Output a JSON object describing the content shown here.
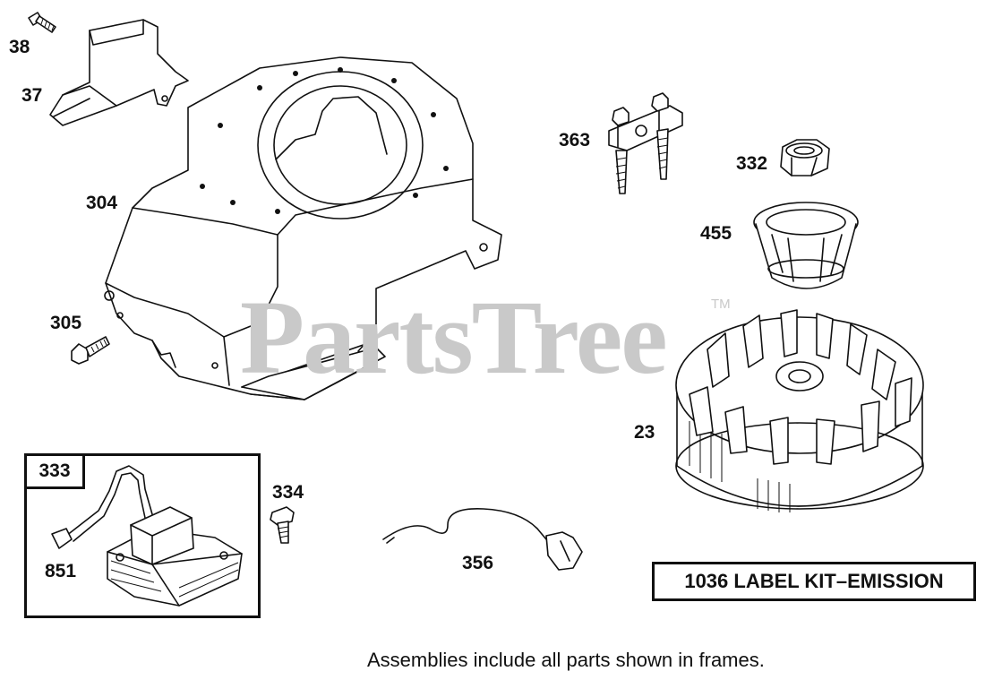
{
  "watermark": {
    "text": "PartsTree",
    "trademark": "TM"
  },
  "callouts": {
    "p38": "38",
    "p37": "37",
    "p304": "304",
    "p305": "305",
    "p363": "363",
    "p332": "332",
    "p455": "455",
    "p23": "23",
    "p334": "334",
    "p851": "851",
    "p356": "356"
  },
  "frame_tag": "333",
  "kit_label": "1036 LABEL KIT–EMISSION",
  "footnote": "Assemblies include all parts shown in frames."
}
